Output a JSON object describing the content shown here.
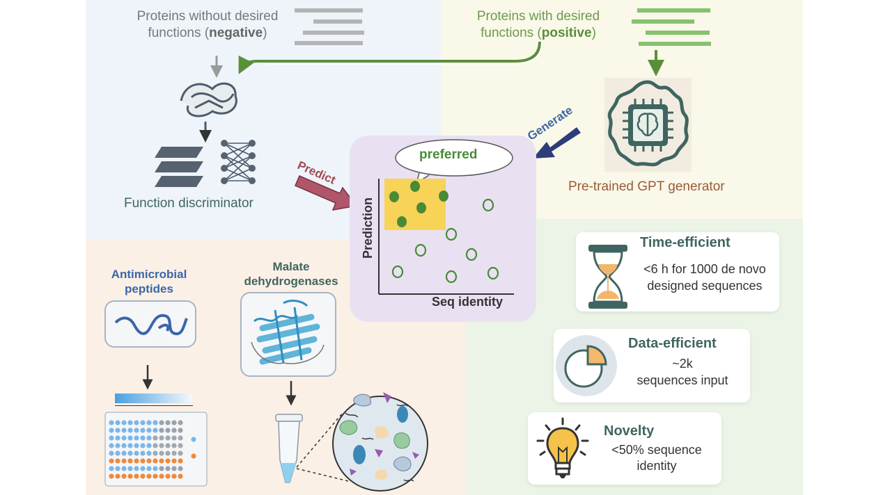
{
  "negative": {
    "line1": "Proteins without desired",
    "line2a": "functions (",
    "line2b": "negative",
    "line2c": ")"
  },
  "positive": {
    "line1": "Proteins with desired",
    "line2a": "functions (",
    "line2b": "positive",
    "line2c": ")"
  },
  "discriminator": {
    "label": "Function discriminator"
  },
  "generator": {
    "label": "Pre-trained GPT generator"
  },
  "arrows": {
    "predict": "Predict",
    "generate": "Generate"
  },
  "plot": {
    "bubble": "preferred",
    "xlabel": "Seq identity",
    "ylabel": "Prediction"
  },
  "apps": {
    "amp_line1": "Antimicrobial",
    "amp_line2": "peptides",
    "mdh_line1": "Malate",
    "mdh_line2": "dehydrogenases"
  },
  "benefits": {
    "time": {
      "title": "Time-efficient",
      "line1": "<6 h for 1000 de novo",
      "line2": "designed sequences"
    },
    "data": {
      "title": "Data-efficient",
      "line1": "~2k",
      "line2": "sequences input"
    },
    "novelty": {
      "title": "Novelty",
      "line1": "<50% sequence",
      "line2": "identity"
    }
  },
  "colors": {
    "green": "#5a8f3a",
    "grey": "#9a9a9a",
    "navy": "#2c3e7a",
    "predict": "#a34a55",
    "teal": "#3f6560",
    "blue": "#3a66a8",
    "yellow": "#f7d358"
  }
}
